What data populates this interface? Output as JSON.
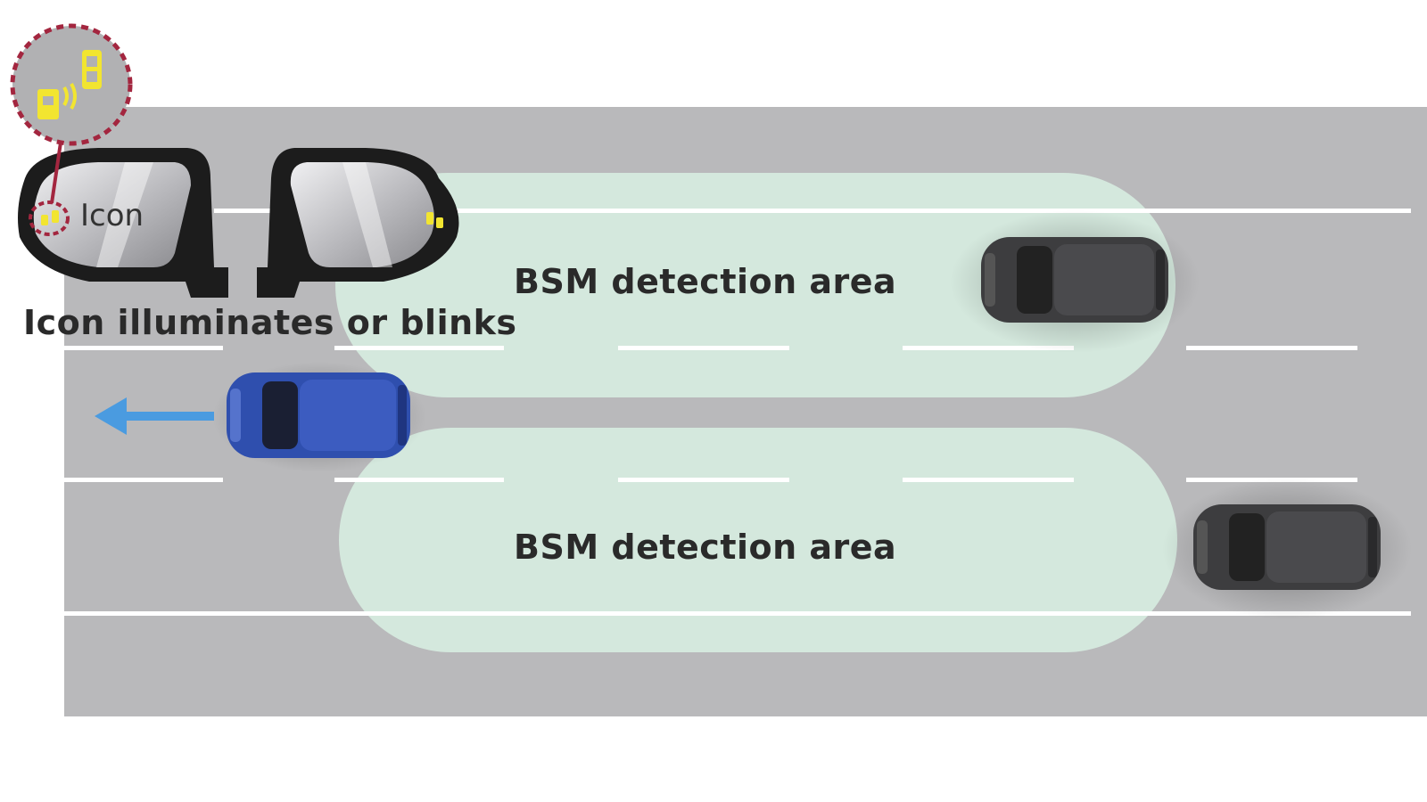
{
  "labels": {
    "detection_area_top": "BSM detection area",
    "detection_area_bottom": "BSM detection area",
    "mirror_icon": "Icon",
    "caption": "Icon illuminates or blinks"
  },
  "icons": {
    "zoom_callout": "bsm-warning-icon",
    "mirror_left_icon": "bsm-warning-icon",
    "mirror_right_icon": "bsm-warning-icon",
    "direction": "arrow-left-icon"
  },
  "colors": {
    "road": "#b9b9bb",
    "detection_area": "#d6ece0",
    "lane_marking": "#ffffff",
    "own_car": "#2f4fae",
    "other_car": "#3d3d3f",
    "indicator": "#f2e530",
    "callout_ring": "#a3263f",
    "arrow": "#4a9be0",
    "text": "#2a2a2a"
  }
}
